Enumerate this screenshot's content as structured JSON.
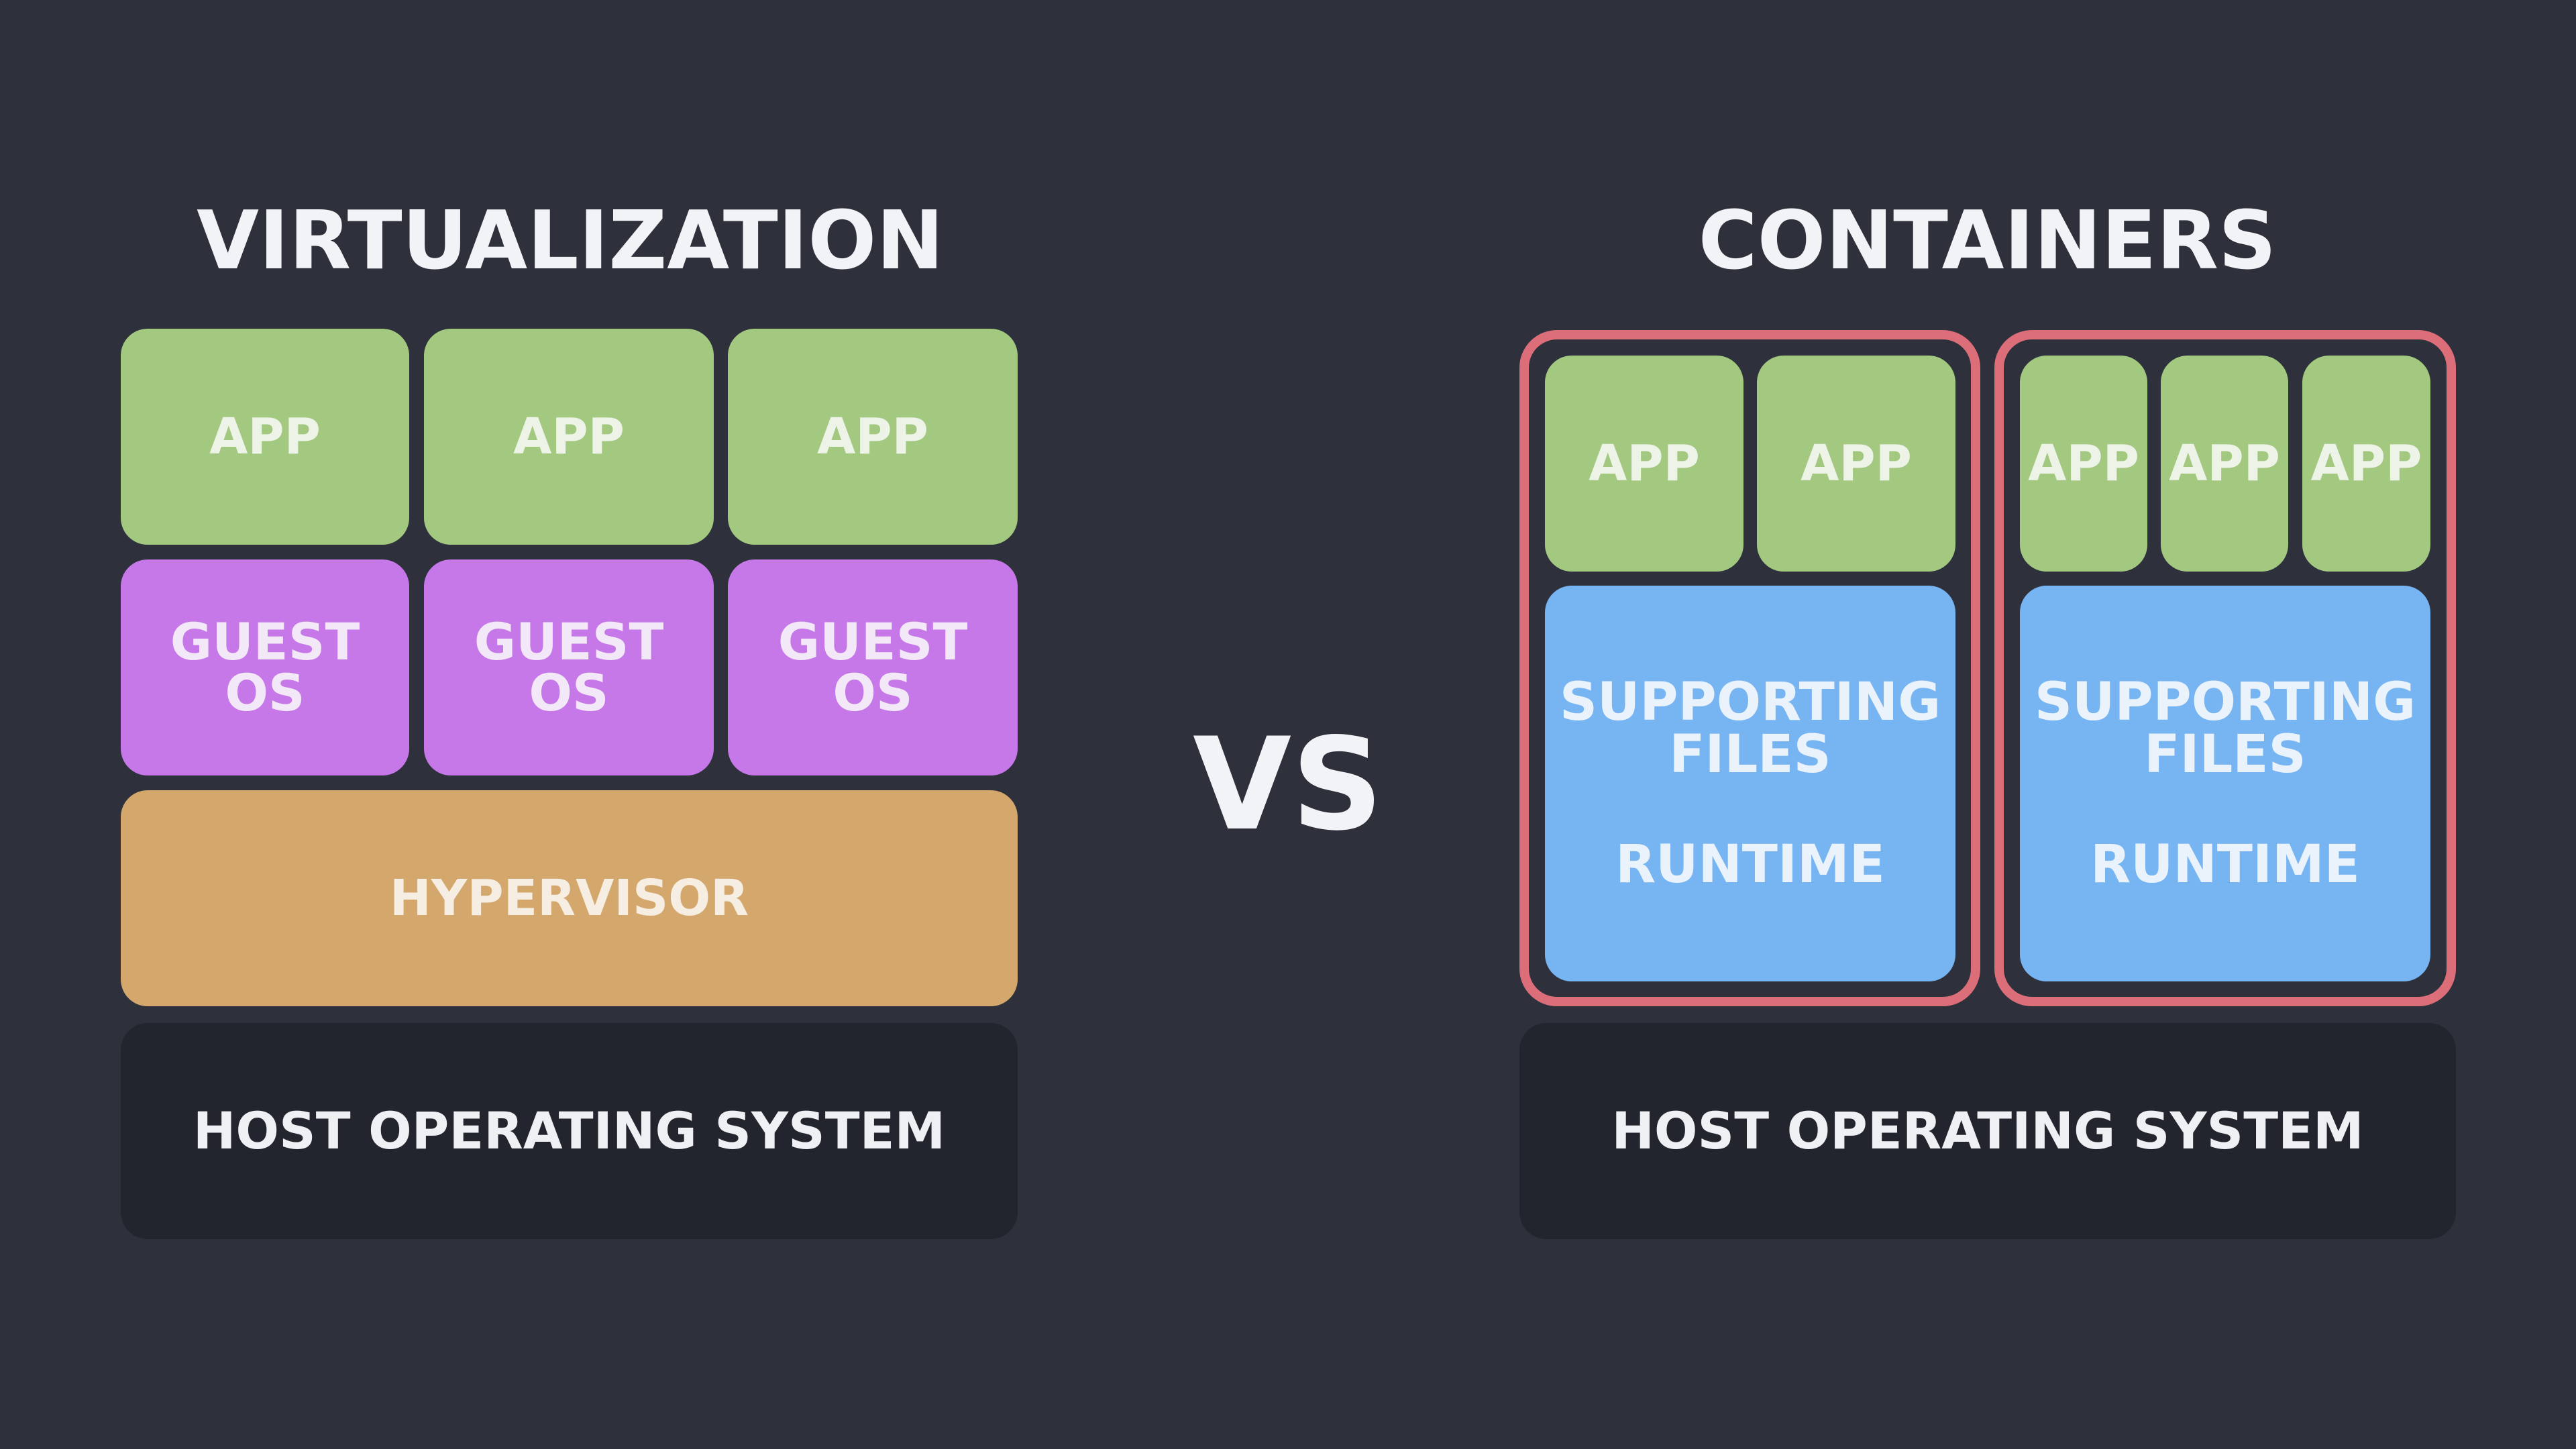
{
  "left": {
    "title": "VIRTUALIZATION",
    "apps": [
      "APP",
      "APP",
      "APP"
    ],
    "guests": [
      {
        "line1": "GUEST",
        "line2": "OS"
      },
      {
        "line1": "GUEST",
        "line2": "OS"
      },
      {
        "line1": "GUEST",
        "line2": "OS"
      }
    ],
    "hypervisor": "HYPERVISOR",
    "host": "HOST OPERATING SYSTEM"
  },
  "vs": "VS",
  "right": {
    "title": "CONTAINERS",
    "container1": {
      "apps": [
        "APP",
        "APP"
      ],
      "support_line1": "SUPPORTING",
      "support_line2": "FILES",
      "runtime": "RUNTIME"
    },
    "container2": {
      "apps": [
        "APP",
        "APP",
        "APP"
      ],
      "support_line1": "SUPPORTING",
      "support_line2": "FILES",
      "runtime": "RUNTIME"
    },
    "host": "HOST OPERATING SYSTEM"
  },
  "colors": {
    "background": "#2e313b",
    "app": "#a3c981",
    "guest_os": "#c678e8",
    "hypervisor": "#d4a76d",
    "host": "#22252e",
    "supporting": "#77b4f2",
    "container_border": "#dc6e79"
  }
}
